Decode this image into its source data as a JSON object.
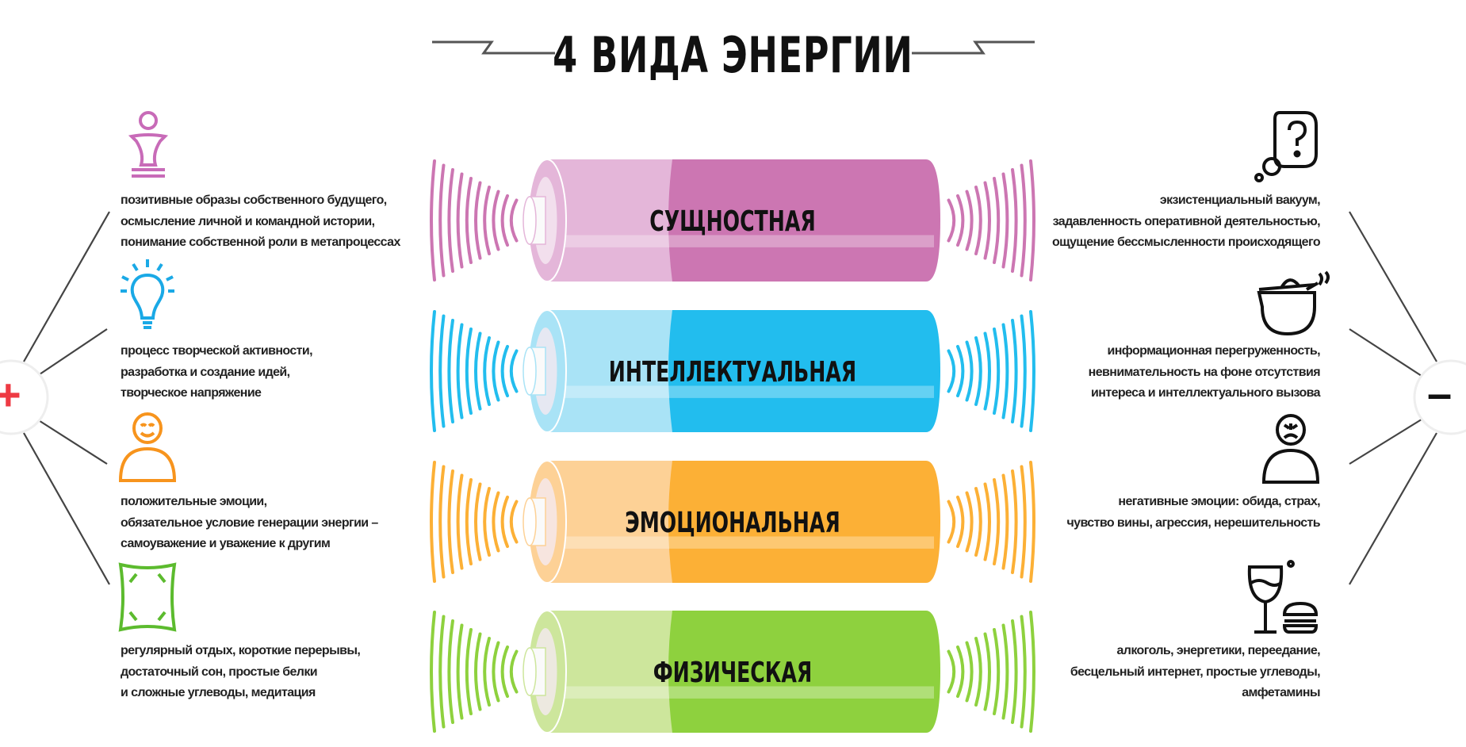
{
  "title": "4 ВИДА ЭНЕРГИИ",
  "plus_sign": "+",
  "minus_sign": "–",
  "colors": {
    "plus": "#ee3a43",
    "minus": "#111111",
    "lines": "#444444"
  },
  "energies": [
    {
      "label": "СУЩНОСТНАЯ",
      "color_light": "#e4b6d9",
      "color_dark": "#cc76b2",
      "positive_icon": "chess-pawn-icon",
      "positive_text": [
        "позитивные образы собственного будущего,",
        "осмысление личной и командной истории,",
        "понимание собственной роли в метапроцессах"
      ],
      "negative_icon": "thought-bubble-question-icon",
      "negative_text": [
        "экзистенциальный вакуум,",
        "задавленность оперативной деятельностью,",
        "ощущение бессмысленности происходящего"
      ]
    },
    {
      "label": "ИНТЕЛЛЕКТУАЛЬНАЯ",
      "color_light": "#a9e3f6",
      "color_dark": "#22bdee",
      "positive_icon": "lightbulb-icon",
      "positive_text": [
        "процесс творческой активности,",
        "разработка и создание идей,",
        "творческое напряжение"
      ],
      "negative_icon": "boiling-pot-icon",
      "negative_text": [
        "информационная перегруженность,",
        "невнимательность на фоне отсутствия",
        "интереса и интеллектуального вызова"
      ]
    },
    {
      "label": "ЭМОЦИОНАЛЬНАЯ",
      "color_light": "#fdd196",
      "color_dark": "#fcb036",
      "positive_icon": "happy-person-icon",
      "positive_text": [
        "положительные эмоции,",
        "обязательное условие генерации энергии –",
        "самоуважение и уважение к другим"
      ],
      "negative_icon": "angry-person-icon",
      "negative_text": [
        "негативные эмоции: обида, страх,",
        "чувство вины, агрессия, нерешительность"
      ]
    },
    {
      "label": "ФИЗИЧЕСКАЯ",
      "color_light": "#cde69c",
      "color_dark": "#8ed13e",
      "positive_icon": "pillow-icon",
      "positive_text": [
        "регулярный отдых, короткие перерывы,",
        "достаточный сон, простые белки",
        "и сложные углеводы, медитация"
      ],
      "negative_icon": "wine-burger-icon",
      "negative_text": [
        "алкоголь, энергетики, переедание,",
        "бесцельный интернет, простые углеводы,",
        "амфетамины"
      ]
    }
  ]
}
